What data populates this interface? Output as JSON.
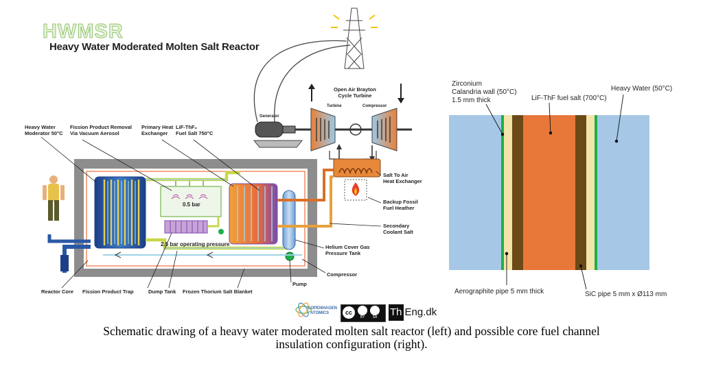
{
  "logo": {
    "acronym": "HWMSR",
    "subtitle": "Heavy Water Moderated Molten Salt Reactor"
  },
  "schematic": {
    "labels": {
      "heavy_water_moderator": "Heavy Water\nModerator 50°C",
      "fission_removal": "Fission Product Removal\nVia Vacuum Aerosol",
      "primary_hx": "Primary Heat\nExchanger",
      "fuel_salt": "LiF-ThF₄\nFuel Salt 750°C",
      "generator": "Generator",
      "turbine": "Turbine",
      "compressor_top": "Compressor",
      "brayton": "Open Air Brayton\nCycle Turbine",
      "salt_air_hx": "Salt To Air\nHeat Exchanger",
      "backup_fossil": "Backup Fossil\nFuel Heather",
      "secondary_coolant": "Secondary\nCoolant Salt",
      "helium_tank": "Helium Cover Gas\nPressure Tank",
      "compressor_bottom": "Compressor",
      "pump": "Pump",
      "reactor_core": "Reactor Core",
      "fission_trap": "Fission Product Trap",
      "dump_tank": "Dump Tank",
      "frozen_blanket": "Frozen Thorium Salt Blanket",
      "pressure_05": "0.5 bar",
      "pressure_25": "2.5 bar operating pressure"
    },
    "colors": {
      "wall": "#8d8d8d",
      "fuel_hot": "#e8703a",
      "moderator": "#2a58a6",
      "secondary": "#d9702a",
      "cold_pipe": "#9fd3e6",
      "yellow_pipe": "#e6d24a"
    }
  },
  "cross_section": {
    "labels": {
      "zirconium": "Zirconium\nCalandria wall (50°C)\n1.5 mm thick",
      "fuel_salt": "LiF-ThF fuel salt (700°C)",
      "heavy_water": "Heavy Water (50°C)",
      "aerographite": "Aerographite pipe 5 mm thick",
      "sic": "SiC pipe 5 mm x Ø113 mm"
    },
    "colors": {
      "heavy_water": "#a6c8e6",
      "zirconium": "#1fae4b",
      "aerographite": "#f3e4aa",
      "sic": "#6b4a17",
      "fuel": "#e8773a"
    }
  },
  "credits": {
    "copenhagen_line1": "COPENHAGEN",
    "copenhagen_line2": "ATOMICS",
    "cc": "cc",
    "by": "BY",
    "sa": "SA",
    "th": "Th",
    "eng": "Eng.dk"
  },
  "caption": "Schematic drawing of a heavy water moderated molten salt reactor (left) and possible core fuel channel\ninsulation configuration (right)."
}
